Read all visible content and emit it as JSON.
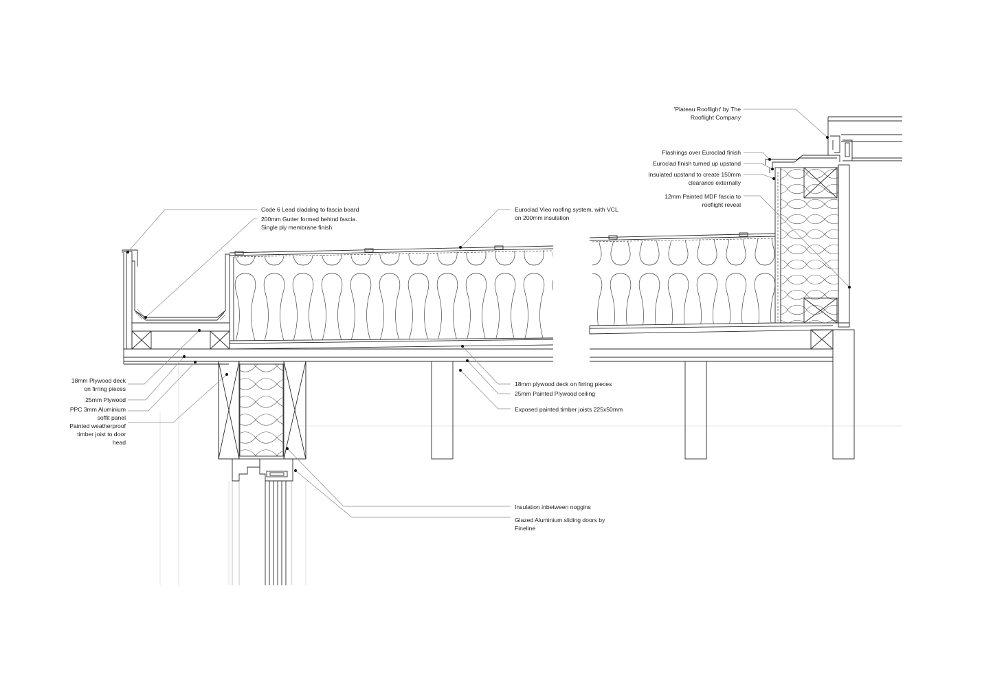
{
  "colors": {
    "line": "#2a2a2a",
    "leader": "#8a8a8a",
    "faint": "#c8c8c8"
  },
  "labels": {
    "rooflight": [
      "'Plateau Rooflight' by The",
      "Rooflight Company"
    ],
    "flashings": [
      "Flashings over Euroclad finish"
    ],
    "euroclad_upstand": [
      "Euroclad finish turned up upstand"
    ],
    "insulated_upstand": [
      "Insulated upstand to create 150mm",
      "clearance externally"
    ],
    "mdf_fascia": [
      "12mm Painted MDF fascia to",
      "rooflight reveal"
    ],
    "lead_cladding": [
      "Code 6 Lead cladding to fascia board"
    ],
    "gutter": [
      "200mm Gutter formed behind fascia.",
      "Single ply membrane finish"
    ],
    "euroclad_system": [
      "Euroclad Vieo roofing system, with VCL",
      "on 200mm insulation"
    ],
    "plywood_deck_left": [
      "18mm Plywood deck",
      "on firring pieces"
    ],
    "plywood_25": [
      "25mm Plywood"
    ],
    "ppc_soffit": [
      "PPC 3mm Aluminium",
      "soffit panel"
    ],
    "timber_joist_door": [
      "Painted weatherproof",
      "timber joist to door",
      "head"
    ],
    "plywood_deck_right": [
      "18mm plywood deck on firring pieces"
    ],
    "plywood_ceiling": [
      "25mm Painted Plywood ceiling"
    ],
    "exposed_joists": [
      "Exposed painted timber joists 225x50mm"
    ],
    "insulation_noggins": [
      "Insulation inbetween noggins"
    ],
    "sliding_doors": [
      "Glazed Aluminium sliding doors by",
      "Fineline"
    ]
  }
}
